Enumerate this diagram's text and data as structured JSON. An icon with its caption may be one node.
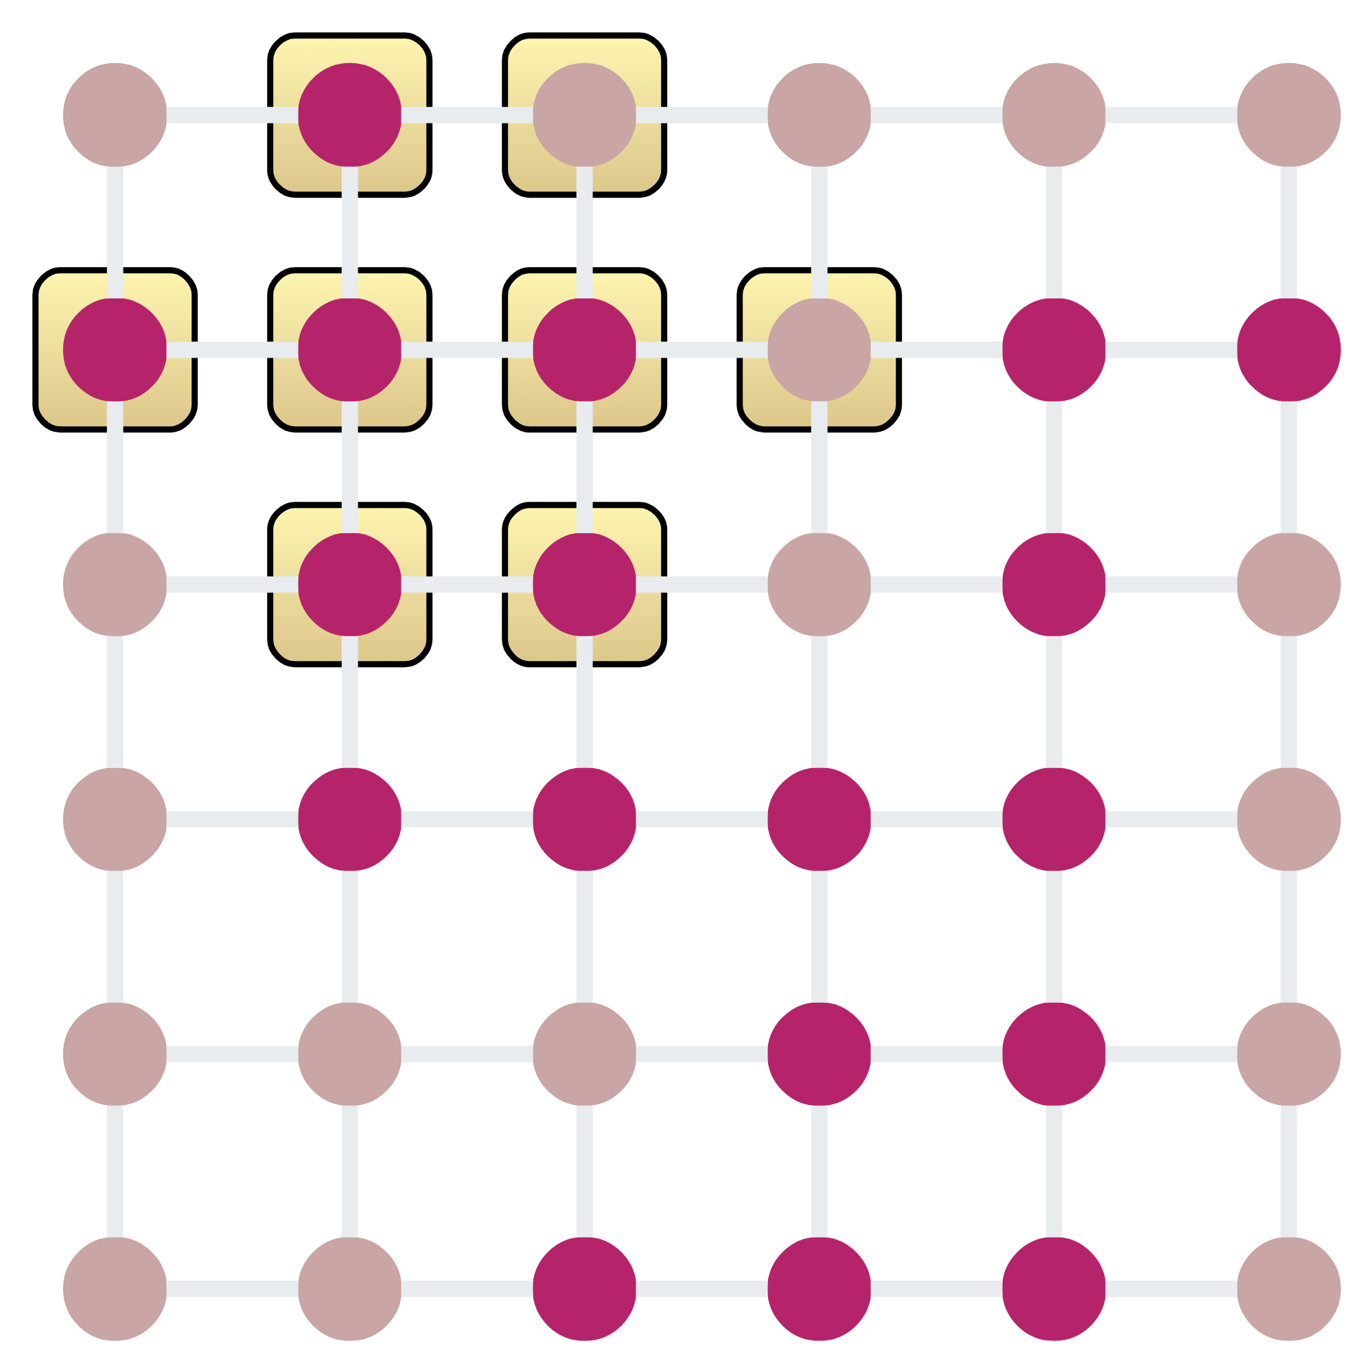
{
  "diagram": {
    "nodes": [
      {
        "text": [],
        "shape": "circle"
      },
      {
        "text": [],
        "shape": "box"
      },
      {
        "text": [],
        "shape": "circle",
        "in": 1
      },
      {
        "text": [],
        "shape": "box"
      },
      {
        "text": [],
        "shape": "circle",
        "in": 3
      },
      {
        "text": [],
        "shape": "circle"
      },
      {
        "text": [],
        "shape": "circle"
      },
      {
        "text": [],
        "shape": "circle"
      },
      {
        "text": [],
        "shape": "box"
      },
      {
        "text": [],
        "shape": "circle",
        "in": 8
      },
      {
        "text": [],
        "shape": "box"
      },
      {
        "text": [],
        "shape": "circle",
        "in": 10
      },
      {
        "text": [],
        "shape": "box"
      },
      {
        "text": [],
        "shape": "circle",
        "in": 12
      },
      {
        "text": [],
        "shape": "box"
      },
      {
        "text": [],
        "shape": "circle",
        "in": 14
      },
      {
        "text": [],
        "shape": "circle"
      },
      {
        "text": [],
        "shape": "circle"
      },
      {
        "text": [],
        "shape": "circle"
      },
      {
        "text": [],
        "shape": "box"
      },
      {
        "text": [],
        "shape": "circle",
        "in": 19
      },
      {
        "text": [],
        "shape": "box"
      },
      {
        "text": [],
        "shape": "circle",
        "in": 21
      },
      {
        "text": [],
        "shape": "circle"
      },
      {
        "text": [],
        "shape": "circle"
      },
      {
        "text": [],
        "shape": "circle"
      },
      {
        "text": [],
        "shape": "circle"
      },
      {
        "text": [],
        "shape": "circle"
      },
      {
        "text": [],
        "shape": "circle"
      },
      {
        "text": [],
        "shape": "circle"
      },
      {
        "text": [],
        "shape": "circle"
      },
      {
        "text": [],
        "shape": "circle"
      },
      {
        "text": [],
        "shape": "circle"
      },
      {
        "text": [],
        "shape": "circle"
      },
      {
        "text": [],
        "shape": "circle"
      },
      {
        "text": [],
        "shape": "circle"
      },
      {
        "text": [],
        "shape": "circle"
      },
      {
        "text": [],
        "shape": "circle"
      },
      {
        "text": [],
        "shape": "circle"
      },
      {
        "text": [],
        "shape": "circle"
      },
      {
        "text": [],
        "shape": "circle"
      },
      {
        "text": [],
        "shape": "circle"
      },
      {
        "text": [],
        "shape": "circle"
      },
      {
        "text": [],
        "shape": "circle"
      }
    ],
    "edges": [
      {
        "from": 0,
        "to": 2,
        "arrow": "none"
      },
      {
        "from": 2,
        "to": 4,
        "arrow": "none"
      },
      {
        "from": 4,
        "to": 5,
        "arrow": "none"
      },
      {
        "from": 5,
        "to": 6,
        "arrow": "none"
      },
      {
        "from": 6,
        "to": 7,
        "arrow": "none"
      },
      {
        "from": 9,
        "to": 11,
        "arrow": "none"
      },
      {
        "from": 11,
        "to": 13,
        "arrow": "none"
      },
      {
        "from": 13,
        "to": 15,
        "arrow": "none"
      },
      {
        "from": 15,
        "to": 16,
        "arrow": "none"
      },
      {
        "from": 16,
        "to": 17,
        "arrow": "none"
      },
      {
        "from": 18,
        "to": 20,
        "arrow": "none"
      },
      {
        "from": 20,
        "to": 22,
        "arrow": "none"
      },
      {
        "from": 22,
        "to": 23,
        "arrow": "none"
      },
      {
        "from": 23,
        "to": 24,
        "arrow": "none"
      },
      {
        "from": 24,
        "to": 25,
        "arrow": "none"
      },
      {
        "from": 26,
        "to": 27,
        "arrow": "none"
      },
      {
        "from": 27,
        "to": 28,
        "arrow": "none"
      },
      {
        "from": 28,
        "to": 29,
        "arrow": "none"
      },
      {
        "from": 29,
        "to": 30,
        "arrow": "none"
      },
      {
        "from": 30,
        "to": 31,
        "arrow": "none"
      },
      {
        "from": 32,
        "to": 33,
        "arrow": "none"
      },
      {
        "from": 33,
        "to": 34,
        "arrow": "none"
      },
      {
        "from": 34,
        "to": 35,
        "arrow": "none"
      },
      {
        "from": 35,
        "to": 36,
        "arrow": "none"
      },
      {
        "from": 36,
        "to": 37,
        "arrow": "none"
      },
      {
        "from": 38,
        "to": 39,
        "arrow": "none"
      },
      {
        "from": 39,
        "to": 40,
        "arrow": "none"
      },
      {
        "from": 40,
        "to": 41,
        "arrow": "none"
      },
      {
        "from": 41,
        "to": 42,
        "arrow": "none"
      },
      {
        "from": 42,
        "to": 43,
        "arrow": "none"
      },
      {
        "from": 0,
        "to": 9,
        "arrow": "none"
      },
      {
        "from": 9,
        "to": 18,
        "arrow": "none"
      },
      {
        "from": 18,
        "to": 26,
        "arrow": "none"
      },
      {
        "from": 26,
        "to": 32,
        "arrow": "none"
      },
      {
        "from": 32,
        "to": 38,
        "arrow": "none"
      },
      {
        "from": 2,
        "to": 11,
        "arrow": "none"
      },
      {
        "from": 11,
        "to": 20,
        "arrow": "none"
      },
      {
        "from": 20,
        "to": 27,
        "arrow": "none"
      },
      {
        "from": 27,
        "to": 33,
        "arrow": "none"
      },
      {
        "from": 33,
        "to": 39,
        "arrow": "none"
      },
      {
        "from": 4,
        "to": 13,
        "arrow": "none"
      },
      {
        "from": 13,
        "to": 22,
        "arrow": "none"
      },
      {
        "from": 22,
        "to": 28,
        "arrow": "none"
      },
      {
        "from": 28,
        "to": 34,
        "arrow": "none"
      },
      {
        "from": 34,
        "to": 40,
        "arrow": "none"
      },
      {
        "from": 5,
        "to": 15,
        "arrow": "none"
      },
      {
        "from": 15,
        "to": 23,
        "arrow": "none"
      },
      {
        "from": 23,
        "to": 29,
        "arrow": "none"
      },
      {
        "from": 29,
        "to": 35,
        "arrow": "none"
      },
      {
        "from": 35,
        "to": 41,
        "arrow": "none"
      },
      {
        "from": 6,
        "to": 16,
        "arrow": "none"
      },
      {
        "from": 16,
        "to": 24,
        "arrow": "none"
      },
      {
        "from": 24,
        "to": 30,
        "arrow": "none"
      },
      {
        "from": 30,
        "to": 36,
        "arrow": "none"
      },
      {
        "from": 36,
        "to": 42,
        "arrow": "none"
      },
      {
        "from": 7,
        "to": 17,
        "arrow": "none"
      },
      {
        "from": 17,
        "to": 25,
        "arrow": "none"
      },
      {
        "from": 25,
        "to": 31,
        "arrow": "none"
      },
      {
        "from": 31,
        "to": 37,
        "arrow": "none"
      },
      {
        "from": 37,
        "to": 43,
        "arrow": "none"
      }
    ]
  }
}
